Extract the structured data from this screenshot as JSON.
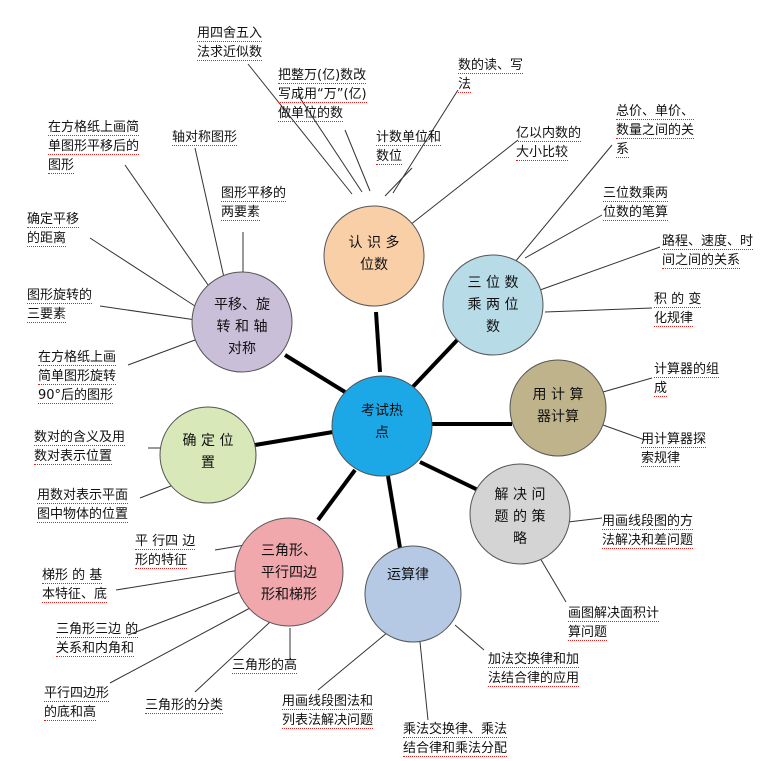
{
  "center": {
    "label": "考试热\n点",
    "color": "#1ca7e6"
  },
  "nodes": {
    "recognize": {
      "label": "认 识 多\n位数",
      "color": "#f8cfa7"
    },
    "multiply": {
      "label": "三 位 数\n乘 两 位\n数",
      "color": "#b8dbe8"
    },
    "calculator": {
      "label": "用 计 算\n器计算",
      "color": "#bfb38c"
    },
    "strategy": {
      "label": "解 决 问\n题 的 策\n略",
      "color": "#d4d4d4"
    },
    "laws": {
      "label": "运算律",
      "color": "#b6c9e4"
    },
    "shapes": {
      "label": "三角形、\n平行四边\n形和梯形",
      "color": "#f0a8ad"
    },
    "position": {
      "label": "确 定 位\n置",
      "color": "#d9e8b8"
    },
    "transform": {
      "label": "平移、旋\n转 和 轴\n对称",
      "color": "#cabfd9"
    }
  },
  "labels": {
    "round": "用四舍五入\n法求近似数",
    "rewrite": "把整万(亿)数改\n写成用“万”(亿)\n做单位的数",
    "read_write": "数的读、写\n法",
    "units": "计数单位和\n数位",
    "compare": "亿以内数的\n大小比较",
    "price": "总价、单价、\n数量之间的关\n系",
    "written": "三位数乘两\n位数的笔算",
    "distance": "路程、速度、时\n间之间的关系",
    "product": "积 的 变\n化规律",
    "calc_parts": "计算器的组\n成",
    "calc_explore": "用计算器探\n索规律",
    "segment_diff": "用画线段图的方\n法解决和差问题",
    "area_draw": "画图解决面积计\n算问题",
    "add_laws": "加法交换律和加\n法结合律的应用",
    "mult_laws": "乘法交换律、乘法\n结合律和乘法分配",
    "segment_list": "用画线段图法和\n列表法解决问题",
    "parallelogram_feat": "平 行四 边\n形的特征",
    "trapezoid": "梯形 的 基\n本特征、底",
    "triangle_sides": "三角形三边 的\n关系和内角和",
    "parallelogram_base": "平行四边形\n的底和高",
    "triangle_types": "三角形的分类",
    "triangle_height": "三角形的高",
    "pair_meaning": "数对的含义及用\n数对表示位置",
    "plane_position": "用数对表示平面\n图中物体的位置",
    "grid_translate": "在方格纸上画简\n单图形平移后的\n图形",
    "axis_figure": "轴对称图形",
    "translate_elems": "图形平移的\n两要素",
    "translate_dist": "确定平移\n的距离",
    "rotate_elems": "图形旋转的\n三要素",
    "grid_rotate": "在方格纸上画\n简单图形旋转\n90°后的图形"
  }
}
